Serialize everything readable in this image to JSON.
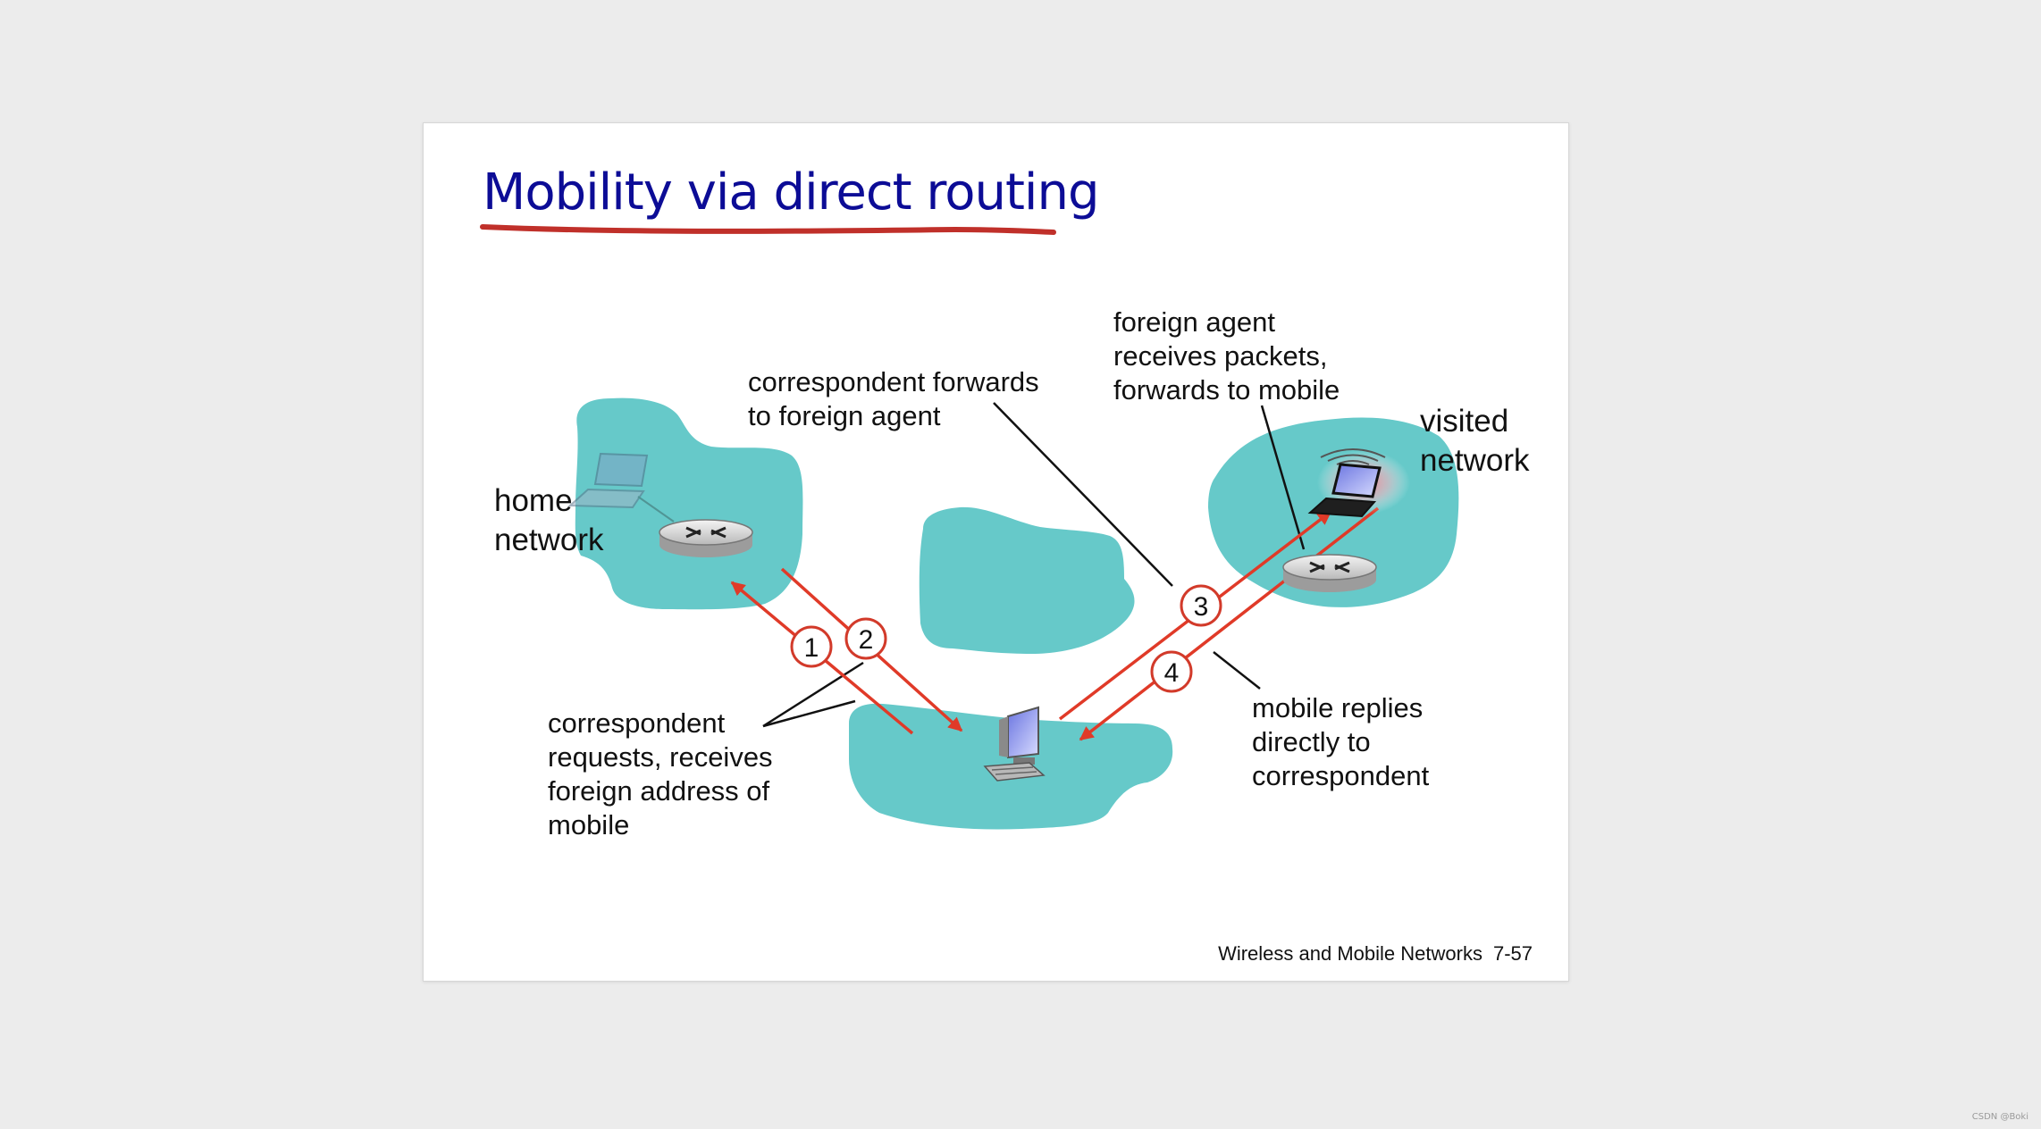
{
  "slide": {
    "title": "Mobility via direct routing",
    "footer_text": "Wireless and Mobile Networks",
    "page_number": "7-57"
  },
  "labels": {
    "home_network": "home\nnetwork",
    "visited_network": "visited\nnetwork",
    "correspondent_forwards": "correspondent forwards\nto foreign agent",
    "foreign_agent": "foreign agent\nreceives packets,\nforwards to mobile",
    "correspondent_requests": "correspondent\nrequests, receives\nforeign address of\nmobile",
    "mobile_replies": "mobile replies\ndirectly to\ncorrespondent"
  },
  "steps": [
    "1",
    "2",
    "3",
    "4"
  ],
  "watermark": "CSDN @Boki",
  "colors": {
    "title": "#0c0c96",
    "title_underline": "#c0302a",
    "network_cloud": "#66c9c9",
    "arrow": "#e03a28",
    "step_circle": "#d23a2a"
  },
  "icons": [
    "laptop-icon",
    "router-icon",
    "desktop-computer-icon",
    "wireless-signal-icon"
  ]
}
